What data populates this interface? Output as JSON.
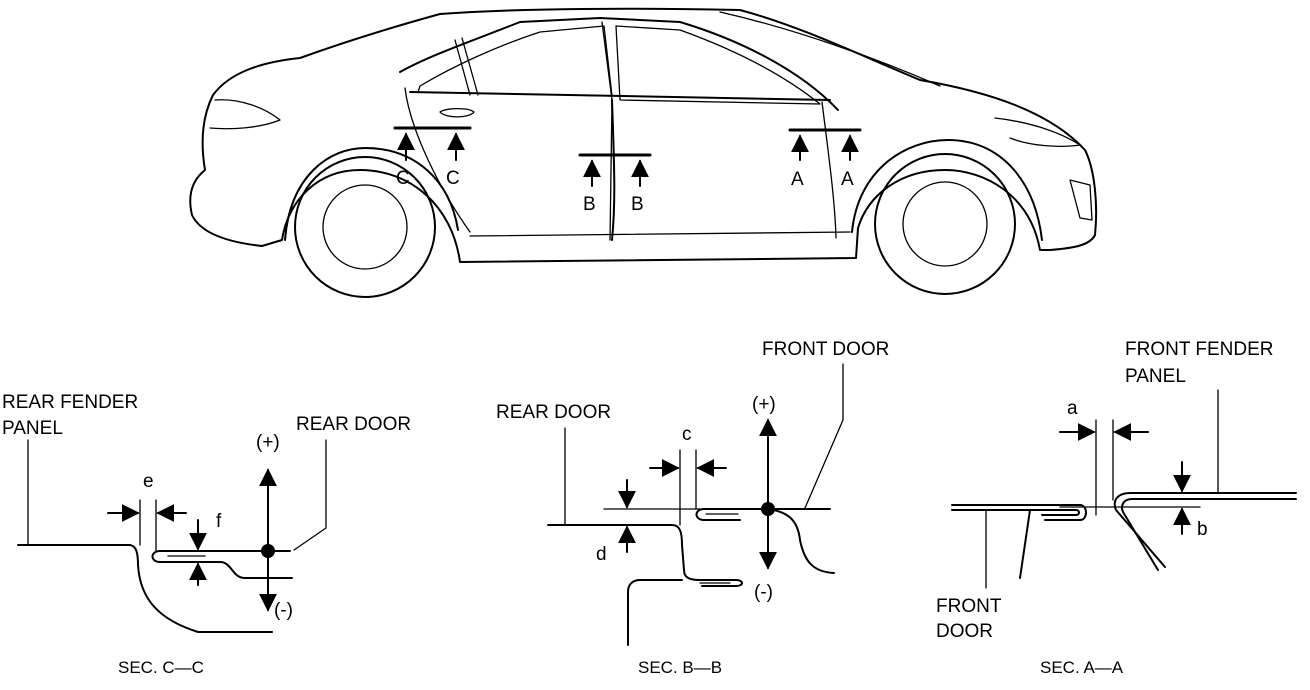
{
  "car": {
    "cut_labels": {
      "c_left": "C",
      "c_right": "C",
      "b_left": "B",
      "b_right": "B",
      "a_left": "A",
      "a_right": "A"
    }
  },
  "sections": {
    "cc": {
      "title": "SEC. C—C",
      "label_rear_fender_1": "REAR FENDER",
      "label_rear_fender_2": "PANEL",
      "label_rear_door": "REAR DOOR",
      "dim_e": "e",
      "dim_f": "f",
      "plus": "(+)",
      "minus": "(-)"
    },
    "bb": {
      "title": "SEC. B—B",
      "label_rear_door": "REAR DOOR",
      "label_front_door": "FRONT DOOR",
      "dim_c": "c",
      "dim_d": "d",
      "plus": "(+)",
      "minus": "(-)"
    },
    "aa": {
      "title": "SEC. A—A",
      "label_front_fender_1": "FRONT FENDER",
      "label_front_fender_2": "PANEL",
      "label_front_door_1": "FRONT",
      "label_front_door_2": "DOOR",
      "dim_a": "a",
      "dim_b": "b"
    }
  }
}
